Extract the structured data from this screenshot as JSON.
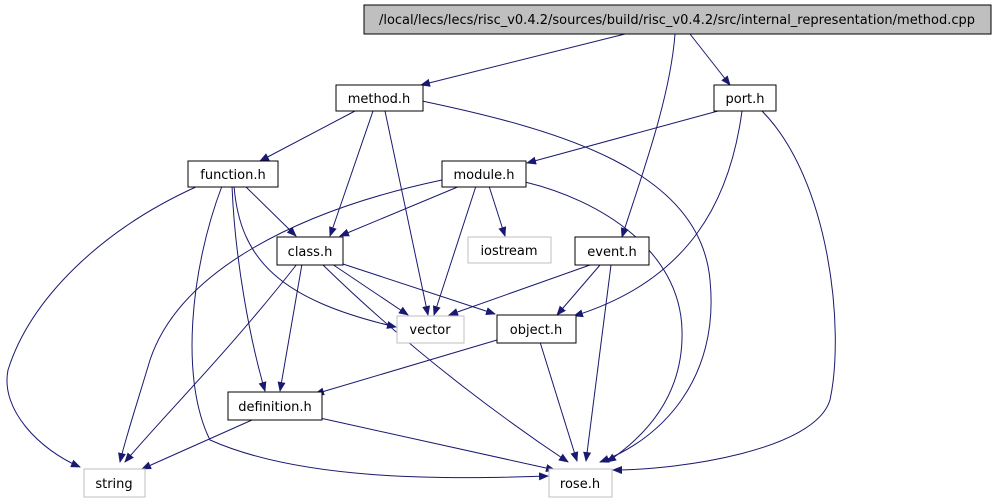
{
  "graph": {
    "colors": {
      "edge": "#191970",
      "root_fill": "#bfbfbf",
      "node_fill": "#ffffff",
      "border": "#000000",
      "external_border": "#bfbfbf"
    },
    "nodes": {
      "root": "/local/lecs/lecs/risc_v0.4.2/sources/build/risc_v0.4.2/src/internal_representation/method.cpp",
      "method_h": "method.h",
      "port_h": "port.h",
      "function_h": "function.h",
      "module_h": "module.h",
      "iostream": "iostream",
      "event_h": "event.h",
      "class_h": "class.h",
      "vector": "vector",
      "object_h": "object.h",
      "definition_h": "definition.h",
      "string": "string",
      "rose_h": "rose.h"
    },
    "edges": [
      [
        "root",
        "method_h"
      ],
      [
        "root",
        "port_h"
      ],
      [
        "root",
        "event_h"
      ],
      [
        "method_h",
        "function_h"
      ],
      [
        "method_h",
        "class_h"
      ],
      [
        "method_h",
        "vector"
      ],
      [
        "method_h",
        "rose_h"
      ],
      [
        "port_h",
        "module_h"
      ],
      [
        "port_h",
        "object_h"
      ],
      [
        "port_h",
        "rose_h"
      ],
      [
        "function_h",
        "string"
      ],
      [
        "function_h",
        "class_h"
      ],
      [
        "function_h",
        "vector"
      ],
      [
        "function_h",
        "definition_h"
      ],
      [
        "function_h",
        "rose_h"
      ],
      [
        "module_h",
        "class_h"
      ],
      [
        "module_h",
        "iostream"
      ],
      [
        "module_h",
        "vector"
      ],
      [
        "module_h",
        "string"
      ],
      [
        "module_h",
        "rose_h"
      ],
      [
        "event_h",
        "vector"
      ],
      [
        "event_h",
        "object_h"
      ],
      [
        "event_h",
        "rose_h"
      ],
      [
        "class_h",
        "vector"
      ],
      [
        "class_h",
        "object_h"
      ],
      [
        "class_h",
        "definition_h"
      ],
      [
        "class_h",
        "string"
      ],
      [
        "class_h",
        "rose_h"
      ],
      [
        "object_h",
        "definition_h"
      ],
      [
        "object_h",
        "rose_h"
      ],
      [
        "definition_h",
        "string"
      ],
      [
        "definition_h",
        "rose_h"
      ]
    ]
  }
}
